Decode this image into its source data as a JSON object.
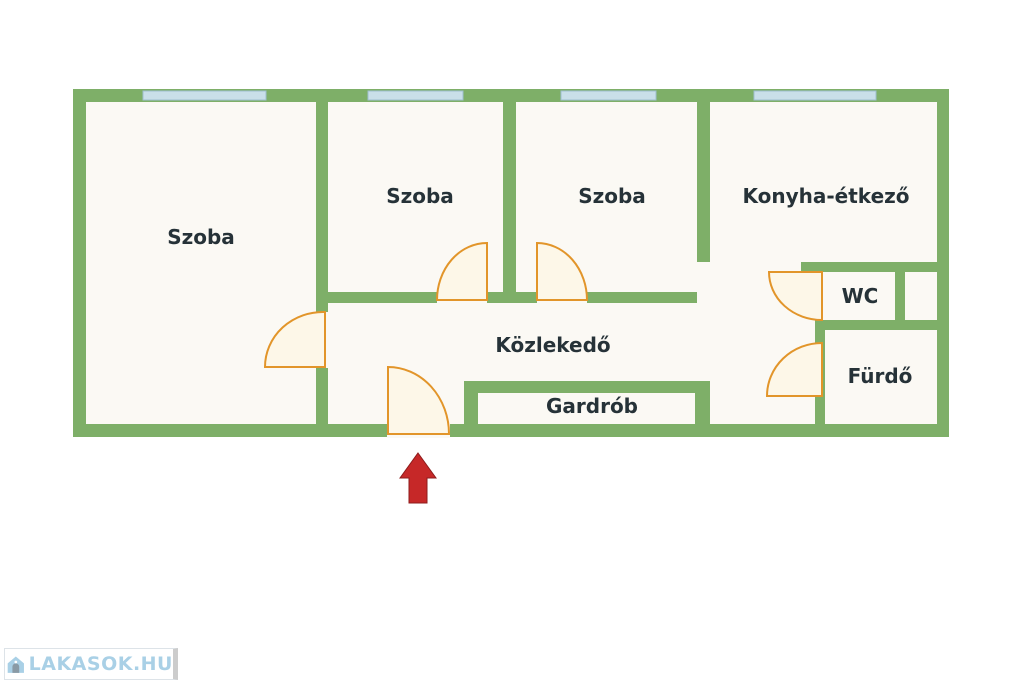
{
  "rooms": {
    "szoba1": "Szoba",
    "szoba2": "Szoba",
    "szoba3": "Szoba",
    "kitchen": "Konyha-étkező",
    "wc": "WC",
    "bath": "Fürdő",
    "hall": "Közlekedő",
    "wardrobe": "Gardrób"
  },
  "logo": {
    "text": "LAKASOK.HU"
  },
  "colors": {
    "wall": "#7eaf68",
    "floor": "#fbf9f4",
    "door": "#e2952a",
    "entrance_arrow": "#c62828"
  }
}
